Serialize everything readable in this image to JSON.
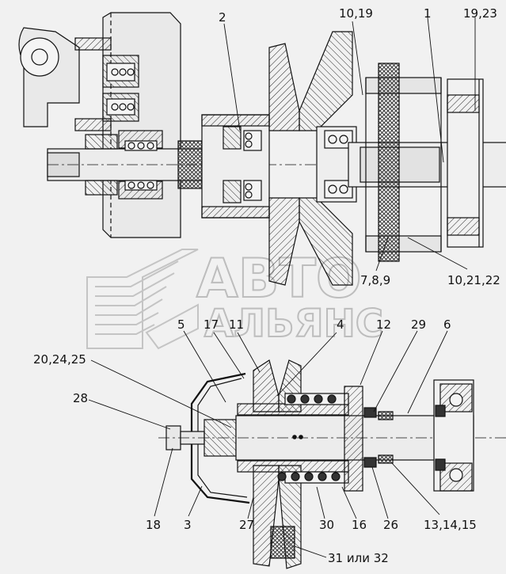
{
  "watermark": {
    "line1": "АВТО",
    "line2": "АЛЬЯНС"
  },
  "callouts": {
    "c_2": "2",
    "c_10_19": "10,19",
    "c_1": "1",
    "c_19_23": "19,23",
    "c_7_8_9": "7,8,9",
    "c_10_21_22": "10,21,22",
    "c_5": "5",
    "c_17": "17",
    "c_11": "11",
    "c_4": "4",
    "c_12": "12",
    "c_29": "29",
    "c_6": "6",
    "c_20_24_25": "20,24,25",
    "c_28": "28",
    "c_18": "18",
    "c_3": "3",
    "c_27": "27",
    "c_30": "30",
    "c_16": "16",
    "c_26": "26",
    "c_13_14_15": "13,14,15",
    "c_31_32": "31 или 32"
  }
}
